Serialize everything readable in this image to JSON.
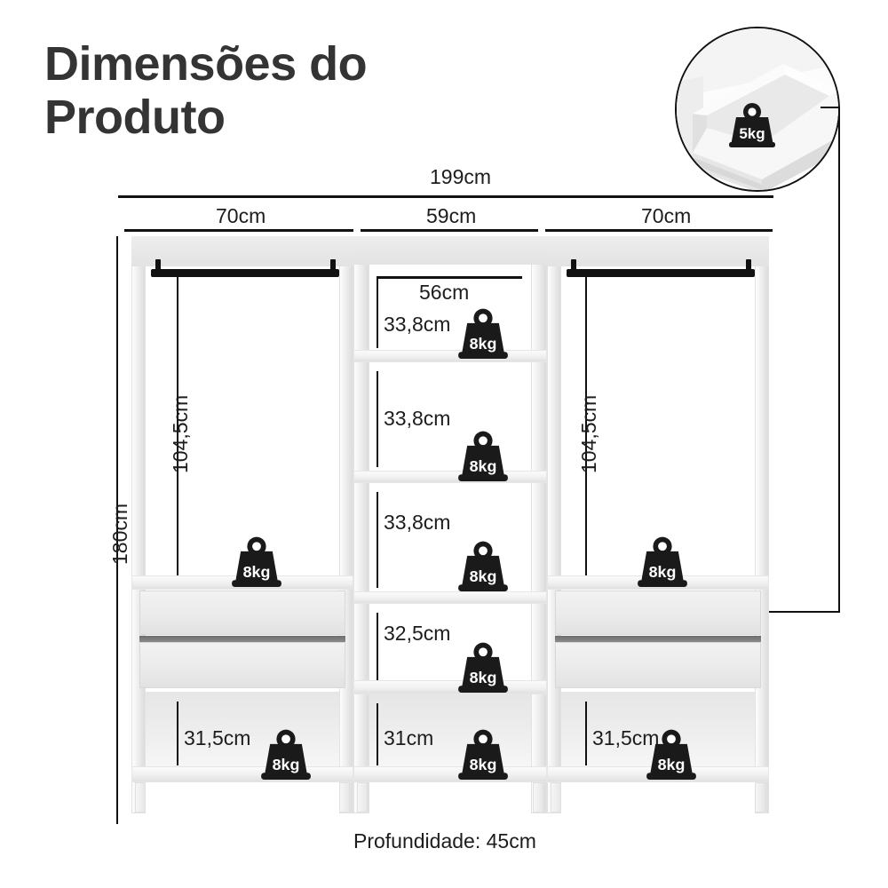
{
  "title": {
    "line1": "Dimensões do",
    "line2": "Produto",
    "full": "Dimensões do Produto"
  },
  "colors": {
    "text": "#1d1d1d",
    "title": "#343434",
    "line": "#111111",
    "panel_light": "#f3f3f3",
    "panel_shadow": "#dcdcdc",
    "drawer_gap": "#6e6e6e",
    "rod": "#111111",
    "weight_icon": "#1a1a1a",
    "background": "#ffffff"
  },
  "top_dimensions": {
    "overall_width": "199cm",
    "segments": [
      {
        "label": "70cm",
        "column": "left"
      },
      {
        "label": "59cm",
        "column": "center"
      },
      {
        "label": "70cm",
        "column": "right"
      }
    ]
  },
  "side_dimensions": {
    "overall_height": "180cm"
  },
  "columns": {
    "left": {
      "hang_height": "104,5cm",
      "hang_capacity": "8kg",
      "shelf_capacity": "8kg",
      "bottom_height": "31,5cm",
      "bottom_capacity": "8kg",
      "drawers": 2,
      "has_rod": true
    },
    "center": {
      "inner_width": "56cm",
      "shelves": [
        {
          "height": "33,8cm",
          "capacity": "8kg"
        },
        {
          "height": "33,8cm",
          "capacity": "8kg"
        },
        {
          "height": "33,8cm",
          "capacity": "8kg"
        },
        {
          "height": "32,5cm",
          "capacity": "8kg"
        },
        {
          "height": "31cm",
          "capacity": "8kg"
        }
      ]
    },
    "right": {
      "hang_height": "104,5cm",
      "hang_capacity": "8kg",
      "bottom_height": "31,5cm",
      "bottom_capacity": "8kg",
      "drawers": 2,
      "has_rod": true
    }
  },
  "inset": {
    "capacity_label": "5kg",
    "subject": "drawer-photo",
    "callout_target": "right-column-upper-drawer"
  },
  "footer": {
    "depth": "Profundidade: 45cm"
  },
  "icons": {
    "weight": "weight-icon",
    "weight_8kg": "8kg",
    "weight_5kg": "5kg"
  }
}
